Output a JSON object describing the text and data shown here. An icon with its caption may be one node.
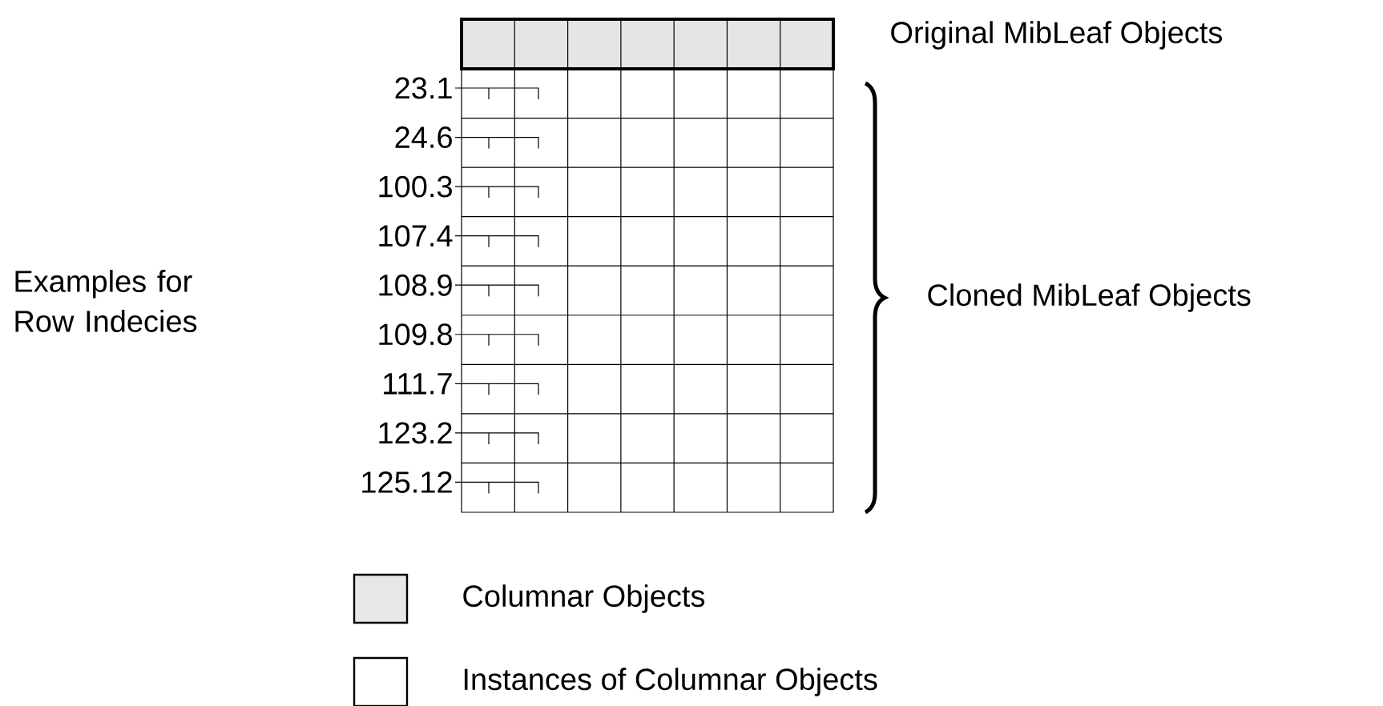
{
  "diagram": {
    "nodes": [
      {
        "text": [
          "23.1"
        ]
      },
      {
        "text": [
          "24.6"
        ]
      },
      {
        "text": [
          "100.3"
        ]
      },
      {
        "text": [
          "107.4"
        ]
      },
      {
        "text": [
          "108.9"
        ]
      },
      {
        "text": [
          "109.8"
        ]
      },
      {
        "text": [
          "111.7"
        ]
      },
      {
        "text": [
          "123.2"
        ]
      },
      {
        "text": [
          "125.12"
        ]
      }
    ],
    "edges": [
      {
        "from": 0,
        "to": null,
        "arrow": "none"
      },
      {
        "from": 1,
        "to": null,
        "arrow": "none"
      },
      {
        "from": 2,
        "to": null,
        "arrow": "none"
      },
      {
        "from": 3,
        "to": null,
        "arrow": "none"
      },
      {
        "from": 4,
        "to": null,
        "arrow": "none"
      },
      {
        "from": 5,
        "to": null,
        "arrow": "none"
      },
      {
        "from": 6,
        "to": null,
        "arrow": "none"
      },
      {
        "from": 7,
        "to": null,
        "arrow": "none"
      },
      {
        "from": 8,
        "to": null,
        "arrow": "none"
      }
    ],
    "labels": [
      "Original MibLeaf Objects",
      "Examples for Row Indecies",
      "Cloned MibLeaf Objects"
    ],
    "legend": [
      {
        "text": "Columnar Objects",
        "color": "#e6e7e8"
      },
      {
        "text": "Instances of Columnar Objects"
      }
    ]
  }
}
